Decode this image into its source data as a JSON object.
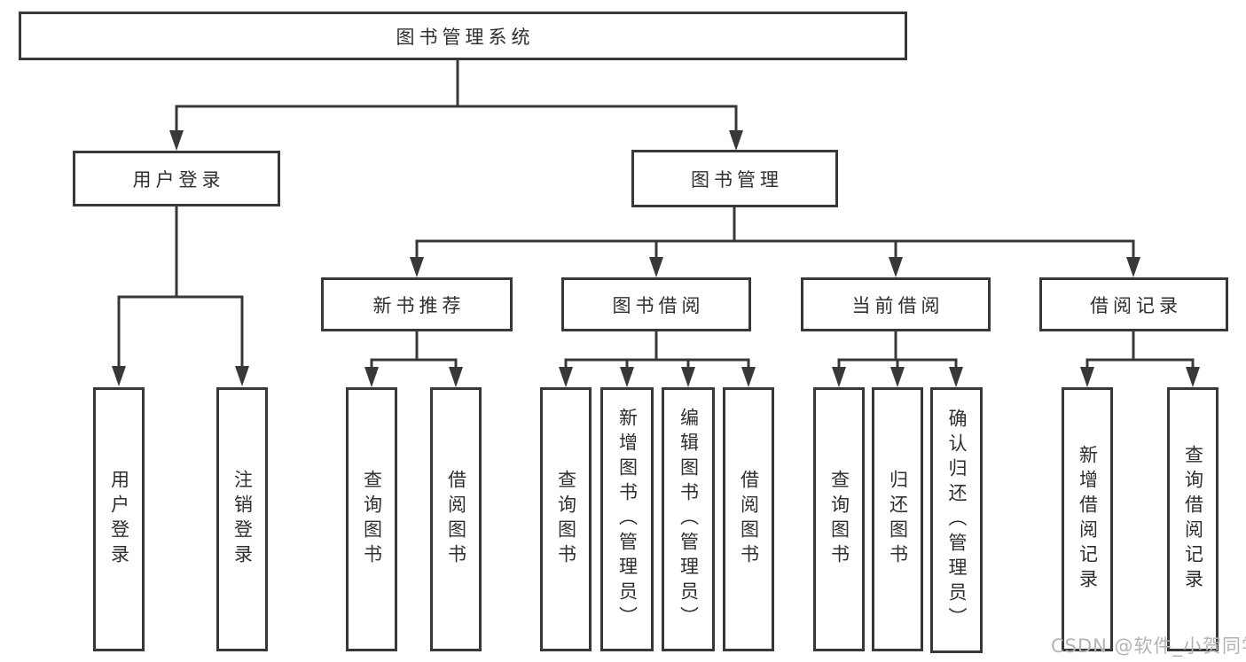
{
  "diagram": {
    "root": "图书管理系统",
    "level2": {
      "user_login": "用户登录",
      "book_mgmt": "图书管理"
    },
    "level3": {
      "new_book": "新书推荐",
      "book_borrow": "图书借阅",
      "current_borrow": "当前借阅",
      "borrow_record": "借阅记录"
    },
    "level4": {
      "user_login": [
        "用户登录",
        "注销登录"
      ],
      "new_book": [
        "查询图书",
        "借阅图书"
      ],
      "book_borrow": [
        "查询图书",
        "新增图书（管理员）",
        "编辑图书（管理员）",
        "借阅图书"
      ],
      "current_borrow": [
        "查询图书",
        "归还图书",
        "确认归还（管理员）"
      ],
      "borrow_record": [
        "新增借阅记录",
        "查询借阅记录"
      ]
    },
    "colors": {
      "line": "#383838",
      "text": "#2f2f2f",
      "background": "#ffffff",
      "watermark": "#b4b4b4"
    }
  },
  "watermark": "CSDN @软件_小贺同学"
}
